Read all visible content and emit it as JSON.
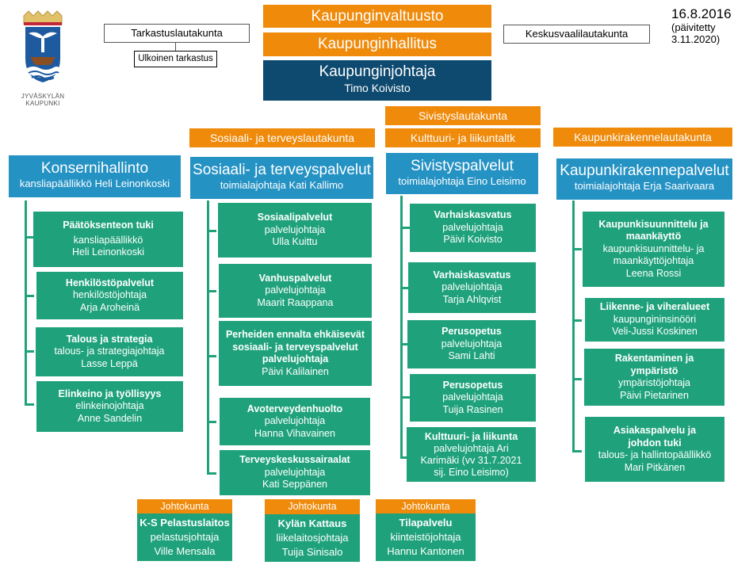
{
  "logo": {
    "line1": "JYVÄSKYLÄN",
    "line2": "KAUPUNKI"
  },
  "date": {
    "main": "16.8.2016",
    "updated_line1": "(päivitetty",
    "updated_line2": "3.11.2020)"
  },
  "top": {
    "council": "Kaupunginvaltuusto",
    "board": "Kaupunginhallitus",
    "mayor_title": "Kaupunginjohtaja",
    "mayor_name": "Timo Koivisto",
    "audit_board": "Tarkastuslautakunta",
    "external_audit": "Ulkoinen tarkastus",
    "election_board": "Keskusvaalilautakunta"
  },
  "committees": {
    "social": "Sosiaali- ja terveyslautakunta",
    "education": "Sivistyslautakunta",
    "culture": "Kulttuuri- ja liikuntaltk",
    "urban": "Kaupunkirakennelautakunta"
  },
  "divisions": [
    {
      "title": "Konsernihallinto",
      "sub": "kansliapäällikkö Heli Leinonkoski",
      "units": [
        {
          "title": "Päätöksenteon tuki",
          "lines": [
            "kansliapäällikkö",
            "Heli Leinonkoski"
          ]
        },
        {
          "title": "Henkilöstöpalvelut",
          "lines": [
            "henkilöstöjohtaja",
            "Arja Aroheinä"
          ]
        },
        {
          "title": "Talous ja strategia",
          "lines": [
            "talous- ja strategiajohtaja",
            "Lasse Leppä"
          ]
        },
        {
          "title": "Elinkeino ja työllisyys",
          "lines": [
            "elinkeinojohtaja",
            "Anne Sandelin"
          ]
        }
      ]
    },
    {
      "title": "Sosiaali- ja terveyspalvelut",
      "sub": "toimialajohtaja Kati Kallimo",
      "units": [
        {
          "title": "Sosiaalipalvelut",
          "lines": [
            "palvelujohtaja",
            "Ulla Kuittu"
          ]
        },
        {
          "title": "Vanhuspalvelut",
          "lines": [
            "palvelujohtaja",
            "Maarit Raappana"
          ]
        },
        {
          "title": "Perheiden ennalta ehkäisevät sosiaali- ja terveyspalvelut palvelujohtaja",
          "lines": [
            "Päivi Kalilainen"
          ]
        },
        {
          "title": "Avoterveydenhuolto",
          "lines": [
            "palvelujohtaja",
            "Hanna Vihavainen"
          ]
        },
        {
          "title": "Terveyskeskussairaalat",
          "lines": [
            "palvelujohtaja",
            "Kati Seppänen"
          ]
        }
      ]
    },
    {
      "title": "Sivistyspalvelut",
      "sub": "toimialajohtaja Eino Leisimo",
      "units": [
        {
          "title": "Varhaiskasvatus",
          "lines": [
            "palvelujohtaja",
            "Päivi Koivisto"
          ]
        },
        {
          "title": "Varhaiskasvatus",
          "lines": [
            "palvelujohtaja",
            "Tarja Ahlqvist"
          ]
        },
        {
          "title": "Perusopetus",
          "lines": [
            "palvelujohtaja",
            "Sami Lahti"
          ]
        },
        {
          "title": "Perusopetus",
          "lines": [
            "palvelujohtaja",
            "Tuija Rasinen"
          ]
        },
        {
          "title": "Kulttuuri- ja liikunta",
          "lines": [
            "palvelujohtaja Ari",
            "Karimäki (vv 31.7.2021",
            "sij. Eino Leisimo)"
          ]
        }
      ]
    },
    {
      "title": "Kaupunkirakennepalvelut",
      "sub": "toimialajohtaja Erja Saarivaara",
      "units": [
        {
          "title": "Kaupunkisuunnittelu ja maankäyttö",
          "lines": [
            "kaupunkisuunnittelu- ja",
            "maankäyttöjohtaja",
            "Leena Rossi"
          ]
        },
        {
          "title": "Liikenne- ja viheralueet",
          "lines": [
            "kaupungininsinööri",
            "Veli-Jussi Koskinen"
          ]
        },
        {
          "title": "Rakentaminen ja ympäristö",
          "lines": [
            "ympäristöjohtaja",
            "Päivi Pietarinen"
          ]
        },
        {
          "title": "Asiakaspalvelu ja johdon tuki",
          "lines": [
            "talous- ja hallintopäällikkö",
            "Mari Pitkänen"
          ]
        }
      ]
    }
  ],
  "enterprises": [
    {
      "board": "Johtokunta",
      "title": "K-S Pelastuslaitos",
      "lines": [
        "pelastusjohtaja",
        "Ville Mensala"
      ]
    },
    {
      "board": "Johtokunta",
      "title": "Kylän Kattaus",
      "lines": [
        "liikelaitosjohtaja",
        "Tuija Sinisalo"
      ]
    },
    {
      "board": "Johtokunta",
      "title": "Tilapalvelu",
      "lines": [
        "kiinteistöjohtaja",
        "Hannu Kantonen"
      ]
    }
  ],
  "colors": {
    "orange": "#ef8a0b",
    "navy": "#0e4a70",
    "blue": "#2592c4",
    "green": "#1fa27b"
  }
}
